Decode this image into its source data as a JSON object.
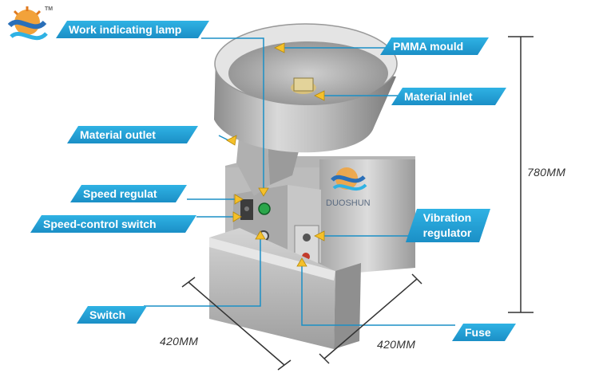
{
  "labels": {
    "work_lamp": "Work indicating lamp",
    "pmma_mould": "PMMA mould",
    "material_inlet": "Material inlet",
    "material_outlet": "Material outlet",
    "speed_regulator": "Speed regulat",
    "speed_switch": "Speed-control switch",
    "vibration_line1": "Vibration",
    "vibration_line2": "regulator",
    "switch": "Switch",
    "fuse": "Fuse"
  },
  "dimensions": {
    "height": "780MM",
    "width_left": "420MM",
    "width_right": "420MM"
  },
  "brand": {
    "name": "DUOSHUN",
    "trademark": "TM"
  },
  "colors": {
    "label_blue": "#2fb2e4",
    "arrow_yellow": "#f5c02a",
    "steel": "#c9c9c9",
    "dim_line": "#333333"
  }
}
